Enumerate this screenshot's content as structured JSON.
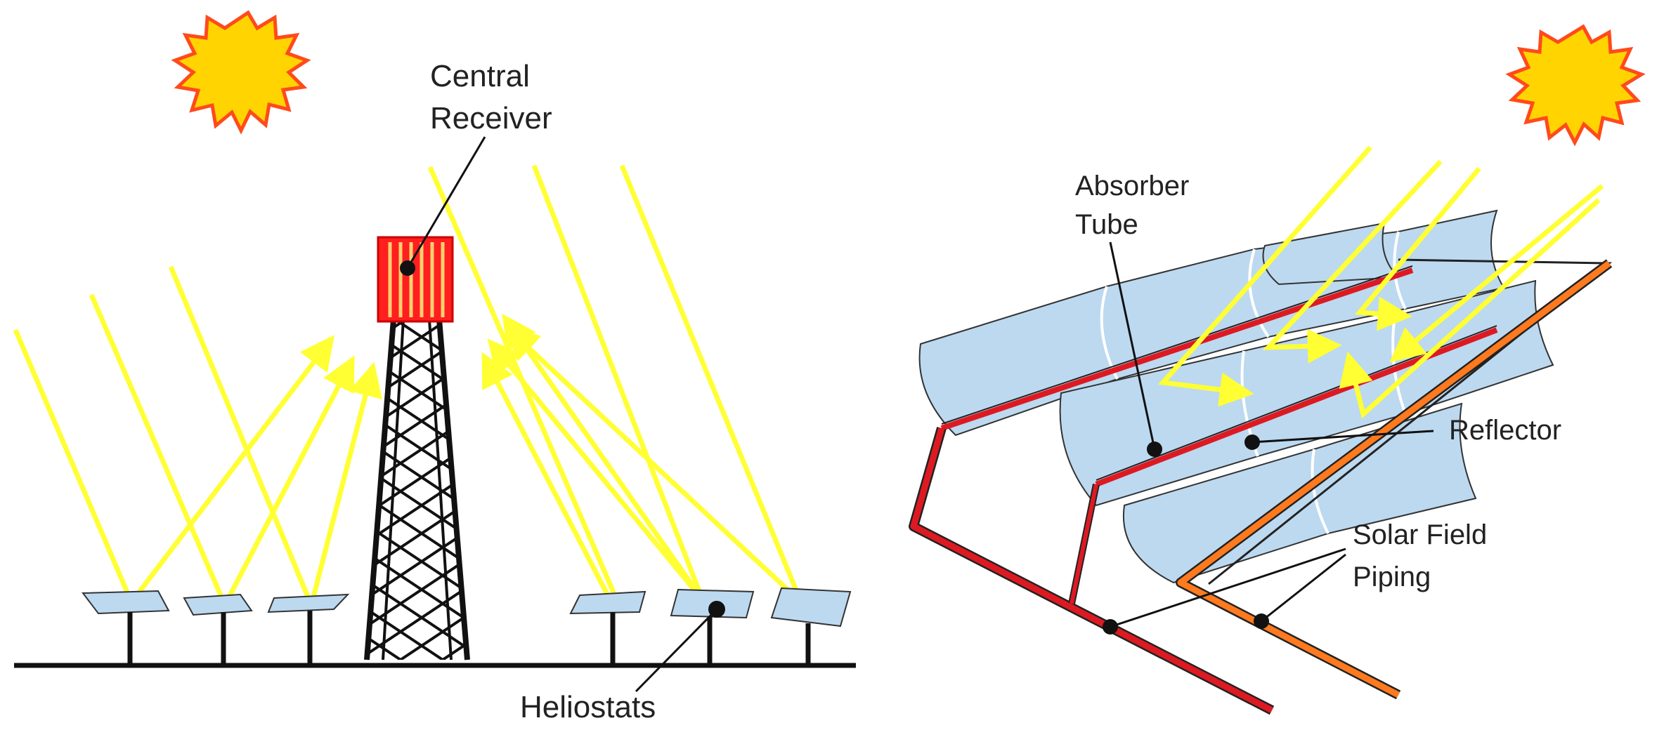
{
  "left_panel": {
    "central_receiver_line1": "Central",
    "central_receiver_line2": "Receiver",
    "heliostats": "Heliostats"
  },
  "right_panel": {
    "absorber_tube_line1": "Absorber",
    "absorber_tube_line2": "Tube",
    "reflector": "Reflector",
    "solar_field_piping_line1": "Solar Field",
    "solar_field_piping_line2": "Piping"
  },
  "colors": {
    "sun_fill": "#ffd400",
    "sun_outline": "#ff4a1c",
    "ray": "#ffff33",
    "mirror": "#bcd9f0",
    "receiver": "#ff1f1f",
    "receiver_stripe": "#ffd070",
    "red_pipe": "#dd1a22",
    "orange_pipe": "#ff7a1e"
  }
}
